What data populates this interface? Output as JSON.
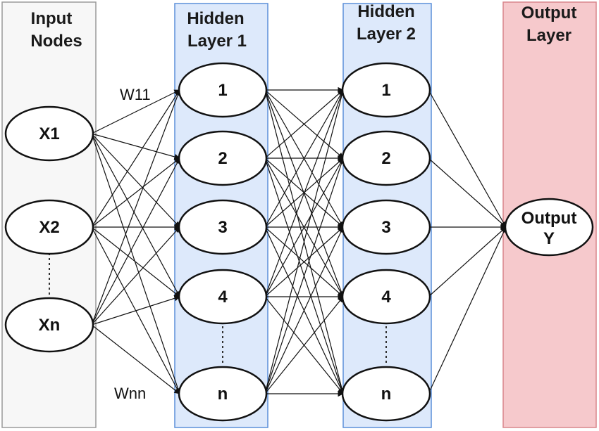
{
  "panels": {
    "input": {
      "title_line1": "Input",
      "title_line2": "Nodes",
      "fill": "#f7f7f7",
      "stroke": "#9a9a9a"
    },
    "hidden1": {
      "title_line1": "Hidden",
      "title_line2": "Layer 1",
      "fill": "#dde9fb",
      "stroke": "#5b8fd9"
    },
    "hidden2": {
      "title_line1": "Hidden",
      "title_line2": "Layer 2",
      "fill": "#dde9fb",
      "stroke": "#5b8fd9"
    },
    "output": {
      "title_line1": "Output",
      "title_line2": "Layer",
      "fill": "#f6c9cc",
      "stroke": "#d9868b"
    }
  },
  "layers": {
    "input": [
      "X1",
      "X2",
      "Xn"
    ],
    "hidden1": [
      "1",
      "2",
      "3",
      "4",
      "n"
    ],
    "hidden2": [
      "1",
      "2",
      "3",
      "4",
      "n"
    ],
    "output": [
      "Output",
      "Y"
    ]
  },
  "weights": {
    "first": "W11",
    "last": "Wnn"
  },
  "colors": {
    "edge": "#111111",
    "node_border": "#111111"
  }
}
